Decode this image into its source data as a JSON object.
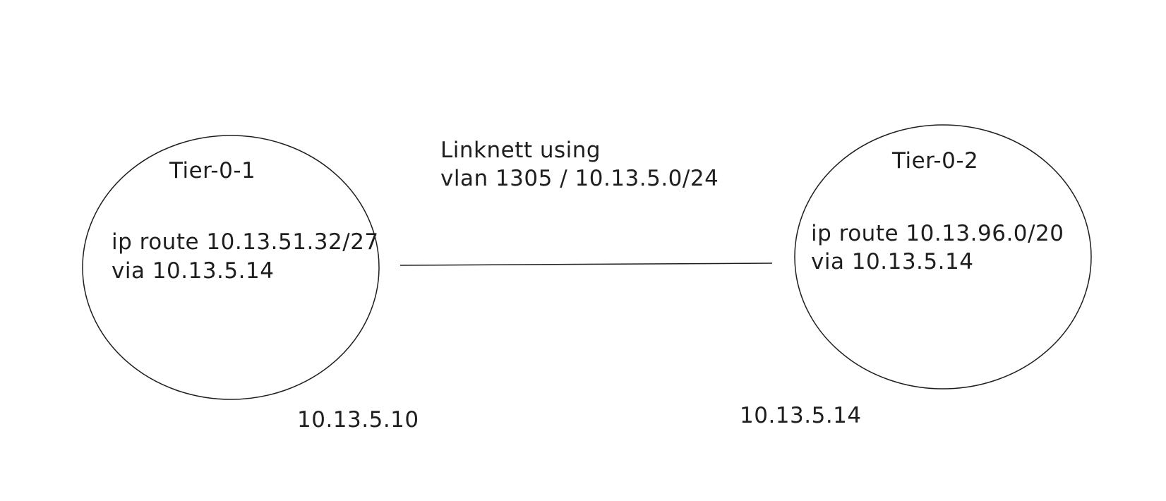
{
  "diagram": {
    "stroke_color": "#1e1e1e",
    "background_color": "#ffffff",
    "nodes": [
      {
        "id": "tier-0-1",
        "title": "Tier-0-1",
        "route_line1": "ip route 10.13.51.32/27",
        "route_line2": "via 10.13.5.14",
        "address": "10.13.5.10"
      },
      {
        "id": "tier-0-2",
        "title": "Tier-0-2",
        "route_line1": "ip route 10.13.96.0/20",
        "route_line2": "via 10.13.5.14",
        "address": "10.13.5.14"
      }
    ],
    "link": {
      "label_line1": "Linknett using",
      "label_line2": "vlan 1305 / 10.13.5.0/24"
    }
  }
}
